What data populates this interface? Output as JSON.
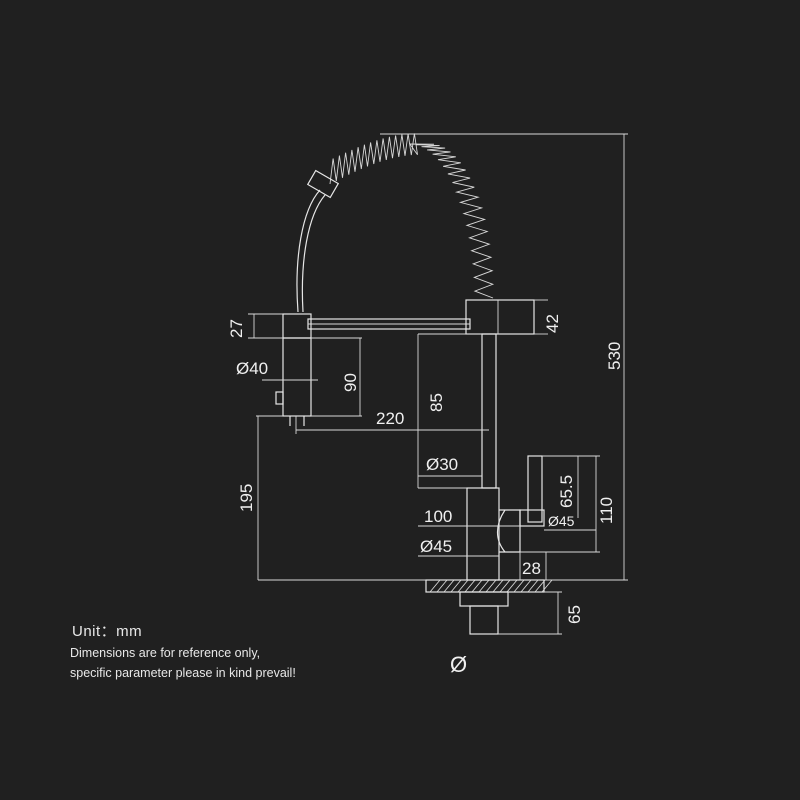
{
  "dimensions": {
    "d27": "27",
    "d40": "Ø40",
    "d90": "90",
    "d220": "220",
    "d85": "85",
    "d42": "42",
    "d530": "530",
    "d195": "195",
    "d30": "Ø30",
    "d65_5": "65.5",
    "d110": "110",
    "d100": "100",
    "d45a": "Ø45",
    "d45b": "Ø45",
    "d28": "28",
    "d65": "65",
    "phi": "Ø"
  },
  "notes": {
    "unit": "Unit：mm",
    "line1": "Dimensions are for reference only,",
    "line2": "specific parameter please in kind prevail!"
  },
  "colors": {
    "background": "#202020",
    "line": "#e6e6e6"
  }
}
